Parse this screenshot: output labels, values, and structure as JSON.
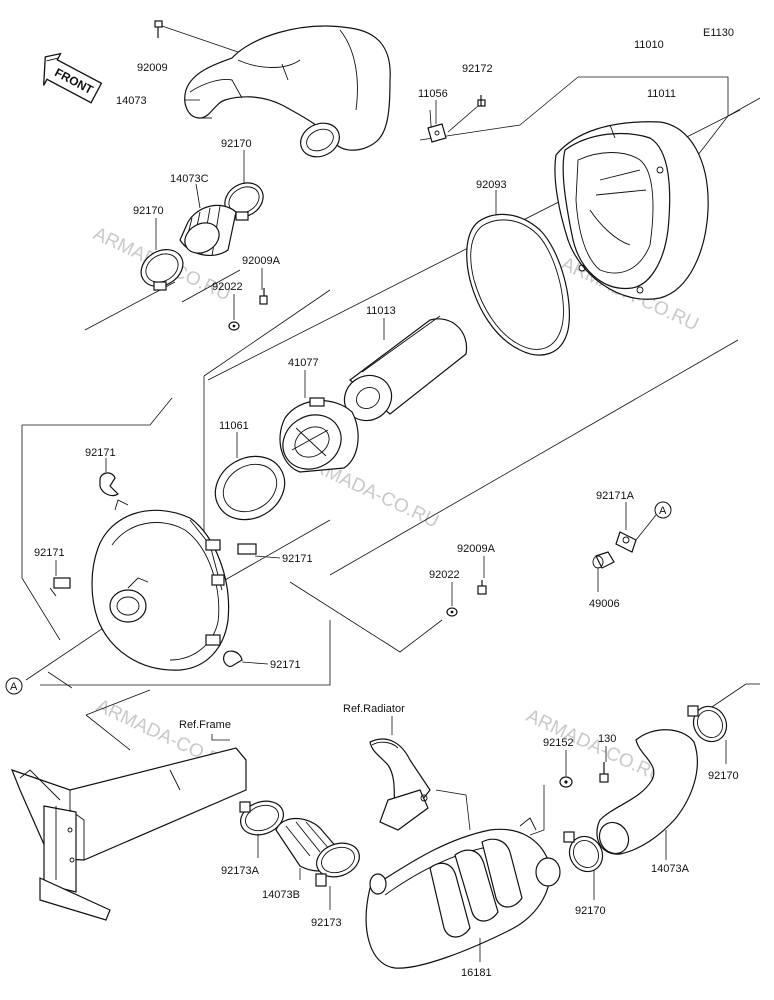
{
  "diagram_code": "E1130",
  "front_label": "FRONT",
  "watermark": "ARMADA-CO.RU",
  "callouts": [
    {
      "id": "A",
      "text": "A"
    }
  ],
  "refs": {
    "frame": "Ref.Frame",
    "radiator": "Ref.Radiator"
  },
  "parts": {
    "p92009": "92009",
    "p14073": "14073",
    "p92170_top": "92170",
    "p14073C": "14073C",
    "p92170_left": "92170",
    "p92009A_top": "92009A",
    "p92022_top": "92022",
    "p11056": "11056",
    "p92172": "92172",
    "p11010": "11010",
    "p11011": "11011",
    "p92093": "92093",
    "p11013": "11013",
    "p41077": "41077",
    "p11061": "11061",
    "p92171_a": "92171",
    "p92171_b": "92171",
    "p92171_c": "92171",
    "p92171_d": "92171",
    "p92171A": "92171A",
    "p49006": "49006",
    "p92009A_mid": "92009A",
    "p92022_mid": "92022",
    "p92152": "92152",
    "p130": "130",
    "p92170_right": "92170",
    "p14073A": "14073A",
    "p92170_bottom": "92170",
    "p92173A": "92173A",
    "p14073B": "14073B",
    "p92173": "92173",
    "p16181": "16181"
  }
}
